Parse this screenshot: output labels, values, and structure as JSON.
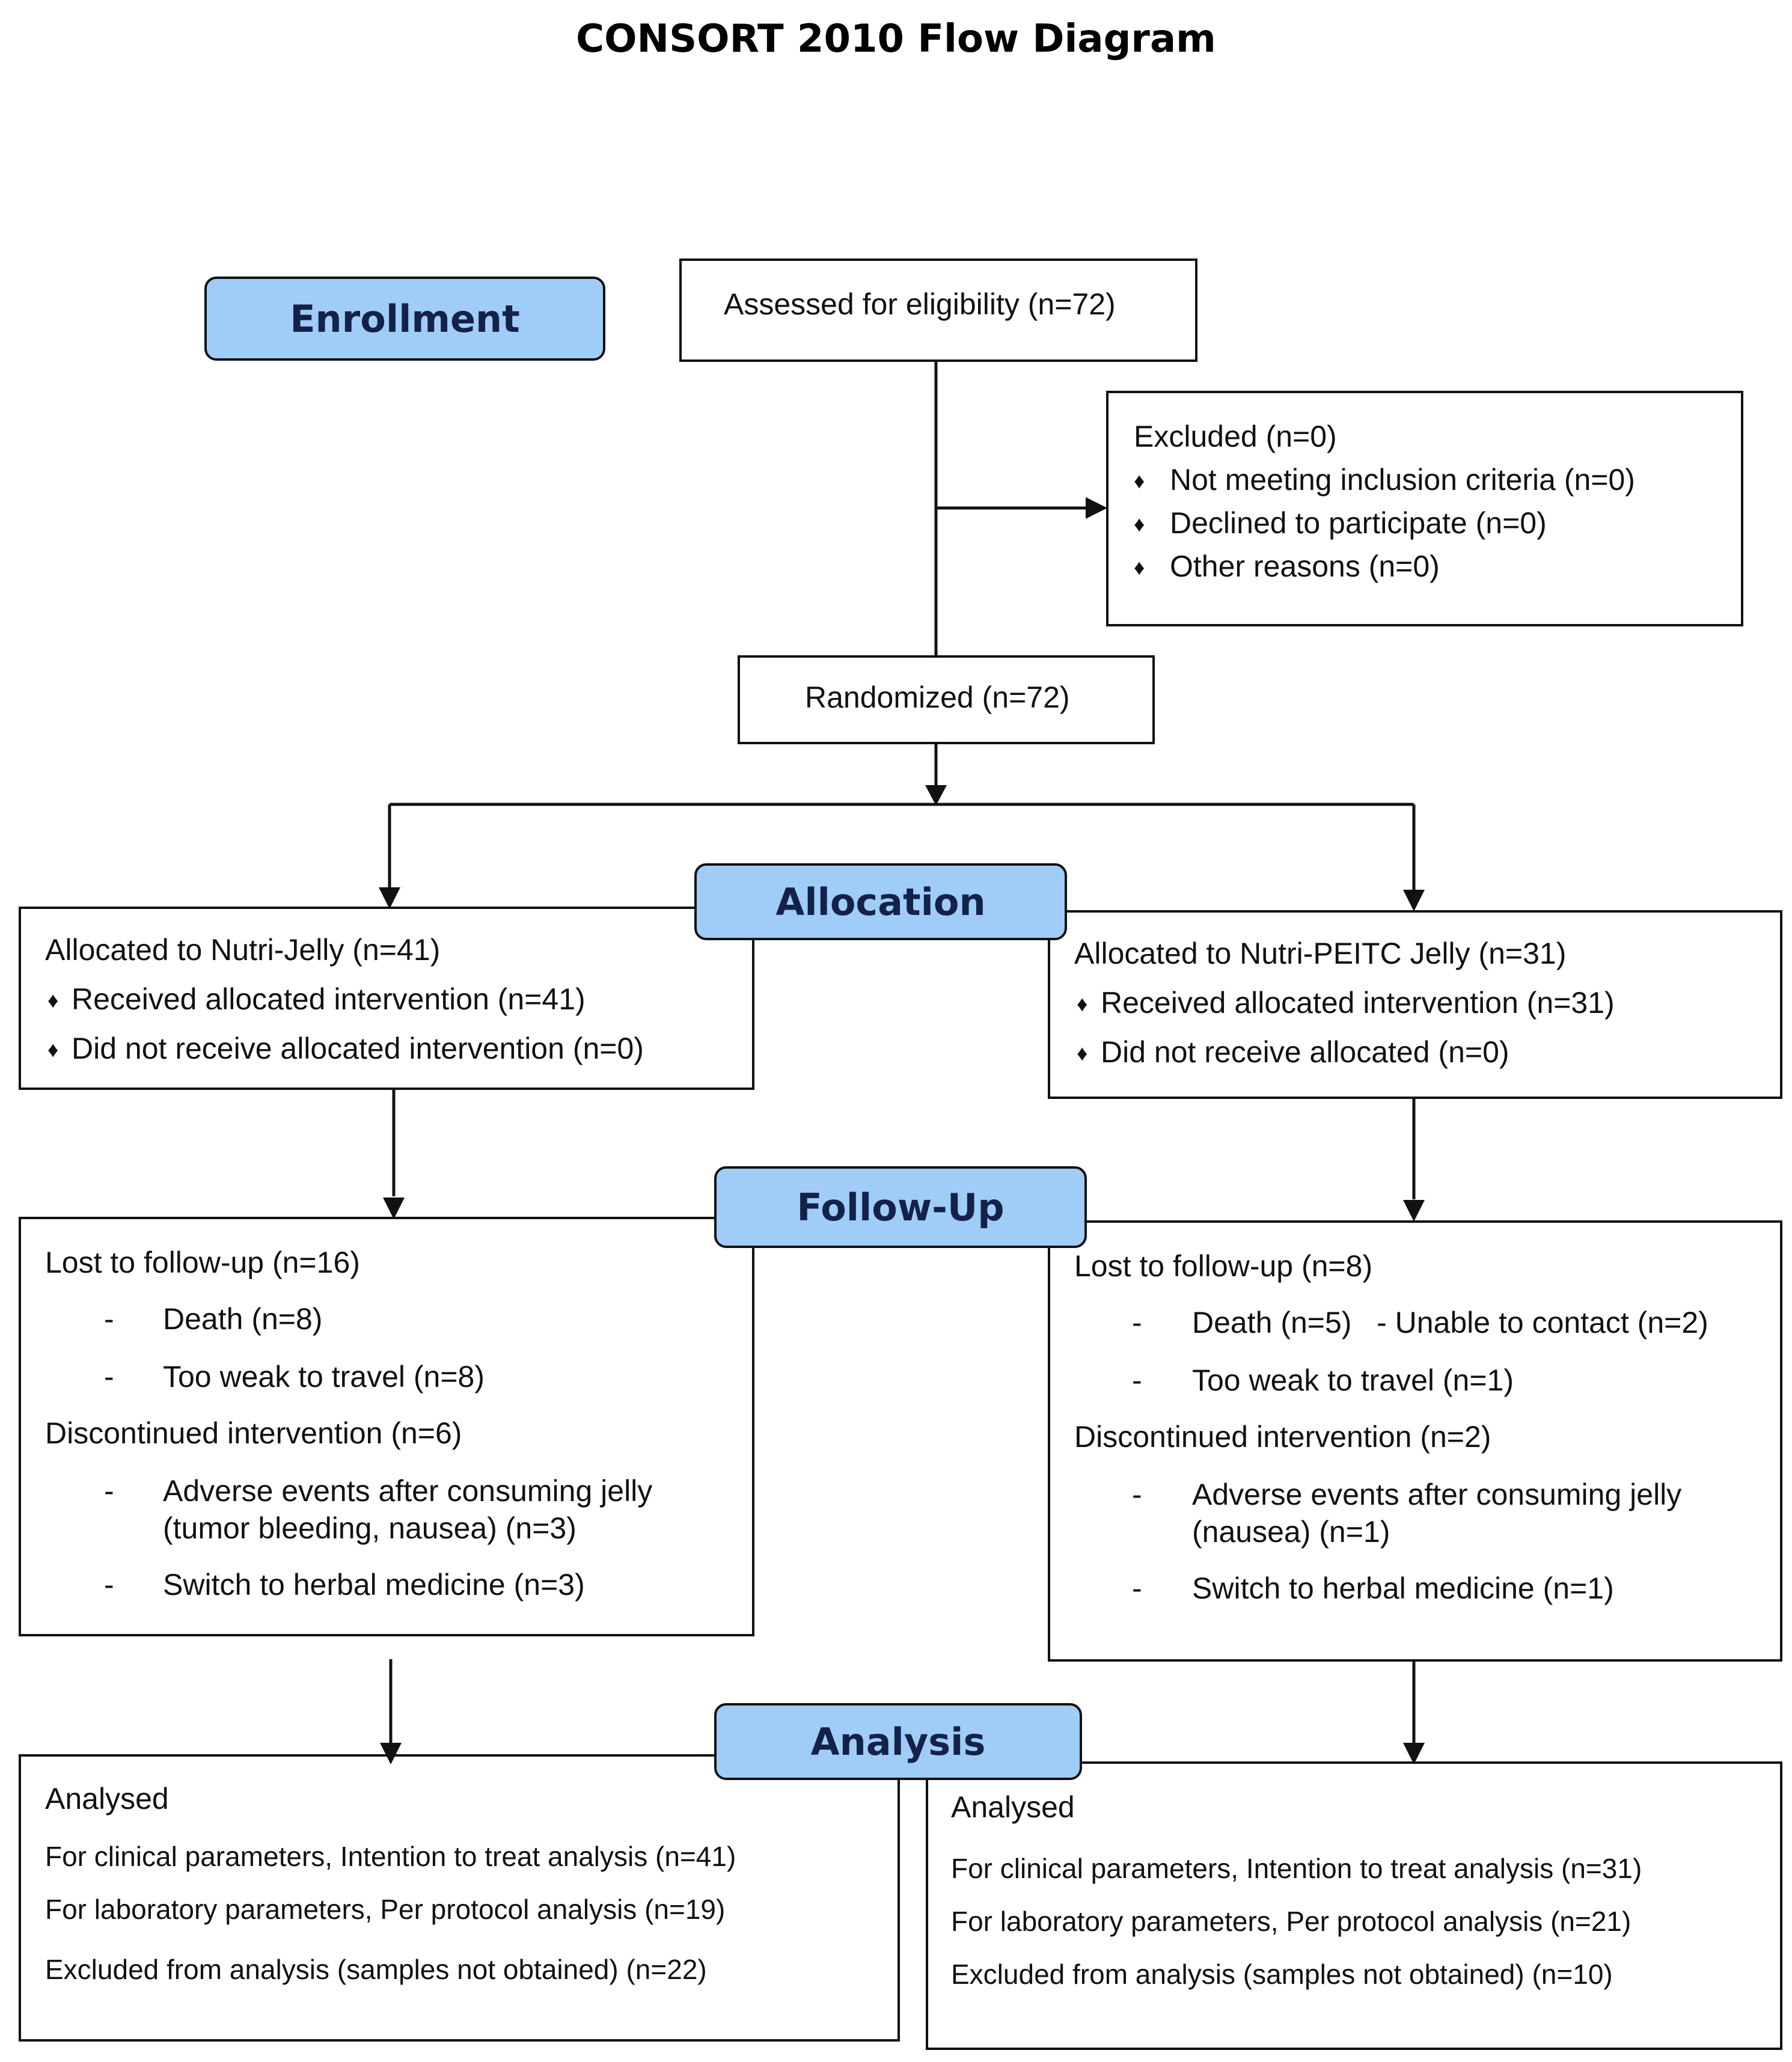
{
  "title": "CONSORT 2010 Flow Diagram",
  "stages": {
    "enrollment": "Enrollment",
    "allocation": "Allocation",
    "follow_up": "Follow-Up",
    "analysis": "Analysis"
  },
  "assessed": "Assessed for eligibility (n=72)",
  "excluded": {
    "title": "Excluded (n=0)",
    "bullet": "♦",
    "items": [
      "Not meeting inclusion criteria (n=0)",
      "Declined to participate (n=0)",
      "Other reasons (n=0)"
    ]
  },
  "randomized": "Randomized (n=72)",
  "allocation": {
    "left": {
      "title": "Allocated to Nutri-Jelly (n=41)",
      "items": [
        "Received allocated intervention (n=41)",
        "Did not receive allocated intervention (n=0)"
      ]
    },
    "right": {
      "title": "Allocated to Nutri-PEITC Jelly (n=31)",
      "items": [
        "Received allocated intervention (n=31)",
        "Did not receive allocated (n=0)"
      ]
    }
  },
  "follow_up": {
    "dash": "-",
    "left": {
      "lost": "Lost to follow-up (n=16)",
      "lost_items": [
        "Death (n=8)",
        "Too weak to travel (n=8)"
      ],
      "discontinued": "Discontinued intervention (n=6)",
      "disc_items": [
        "Adverse events after consuming jelly",
        "(tumor bleeding, nausea) (n=3)",
        "Switch to herbal medicine (n=3)"
      ]
    },
    "right": {
      "lost": "Lost to follow-up (n=8)",
      "lost_items": [
        "Death (n=5)   - Unable to contact (n=2)",
        "Too weak to travel (n=1)"
      ],
      "discontinued": "Discontinued intervention (n=2)",
      "disc_items": [
        "Adverse events after consuming jelly",
        "(nausea) (n=1)",
        "Switch to herbal medicine (n=1)"
      ]
    }
  },
  "analysis": {
    "left": {
      "title": "Analysed",
      "items": [
        "For clinical parameters, Intention to treat analysis (n=41)",
        "For laboratory parameters, Per protocol analysis (n=19)",
        "Excluded from analysis (samples not obtained) (n=22)"
      ]
    },
    "right": {
      "title": "Analysed",
      "items": [
        "For clinical parameters, Intention to treat analysis (n=31)",
        "For laboratory parameters, Per protocol analysis (n=21)",
        "Excluded from analysis (samples not obtained) (n=10)"
      ]
    }
  },
  "colors": {
    "stage_fill": "#9fcdf7",
    "stage_text": "#14224a",
    "line": "#111111"
  }
}
